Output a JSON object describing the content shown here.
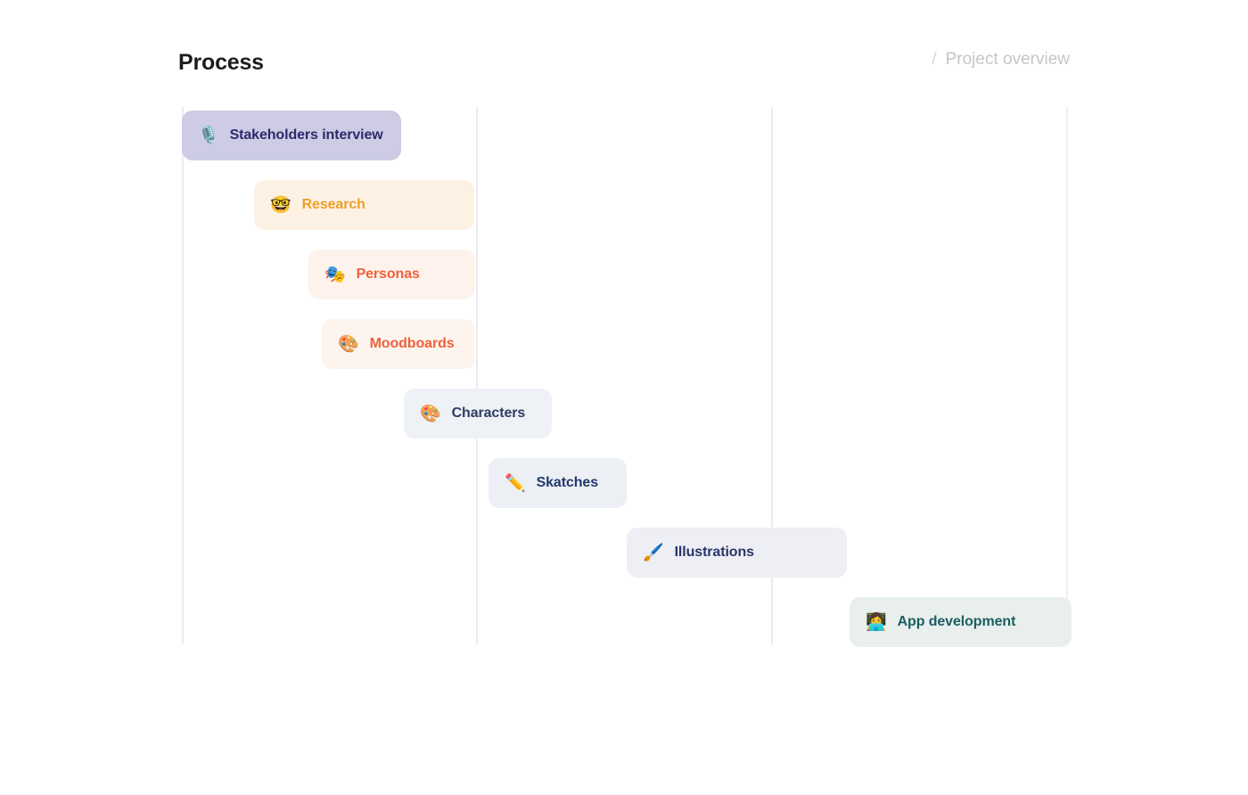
{
  "header": {
    "title": "Process",
    "breadcrumb": {
      "separator": "/",
      "current": "Project overview"
    }
  },
  "chart_data": {
    "type": "bar",
    "orientation": "horizontal",
    "title": "Process",
    "xlabel": "",
    "ylabel": "",
    "grid": true,
    "legend": "none",
    "gridline_count": 4,
    "categories": [
      "Stakeholders interview",
      "Research",
      "Personas",
      "Moodboards",
      "Characters",
      "Skatches",
      "Illustrations",
      "App development"
    ],
    "tasks": [
      {
        "label": "Stakeholders interview",
        "emoji": "🎙️",
        "emoji_name": "studio-microphone",
        "start": 204,
        "end": 450,
        "row": 0,
        "bg": "#cdcce4",
        "color": "#2b2a6e"
      },
      {
        "label": "Research",
        "emoji": "🤓",
        "emoji_name": "nerd-face",
        "start": 285,
        "end": 532,
        "row": 1,
        "bg": "#fdf1e4",
        "color": "#eca029"
      },
      {
        "label": "Personas",
        "emoji": "🎭",
        "emoji_name": "performing-arts",
        "start": 346,
        "end": 533,
        "row": 2,
        "bg": "#fdf3ec",
        "color": "#ef613c"
      },
      {
        "label": "Moodboards",
        "emoji": "🎨",
        "emoji_name": "artist-palette",
        "start": 361,
        "end": 533,
        "row": 3,
        "bg": "#fdf4ee",
        "color": "#ef613c"
      },
      {
        "label": "Characters",
        "emoji": "🎨",
        "emoji_name": "artist-palette",
        "start": 453,
        "end": 619,
        "row": 4,
        "bg": "#eef1f5",
        "color": "#2c3e63"
      },
      {
        "label": "Skatches",
        "emoji": "✏️",
        "emoji_name": "pencil",
        "start": 548,
        "end": 703,
        "row": 5,
        "bg": "#eceff4",
        "color": "#22396b"
      },
      {
        "label": "Illustrations",
        "emoji": "🖌️",
        "emoji_name": "paintbrush",
        "start": 703,
        "end": 950,
        "row": 6,
        "bg": "#eeeff5",
        "color": "#2b3566"
      },
      {
        "label": "App development",
        "emoji": "👩‍💻",
        "emoji_name": "woman-technologist",
        "start": 953,
        "end": 1202,
        "row": 7,
        "bg": "#e8efec",
        "color": "#1d5d62"
      }
    ],
    "gridlines": [
      204,
      534,
      865,
      1196
    ]
  },
  "colors": {
    "background": "#ffffff",
    "gridline": "#eceaf2",
    "title": "#1c1c1e",
    "breadcrumb": "#c9cbcf"
  }
}
